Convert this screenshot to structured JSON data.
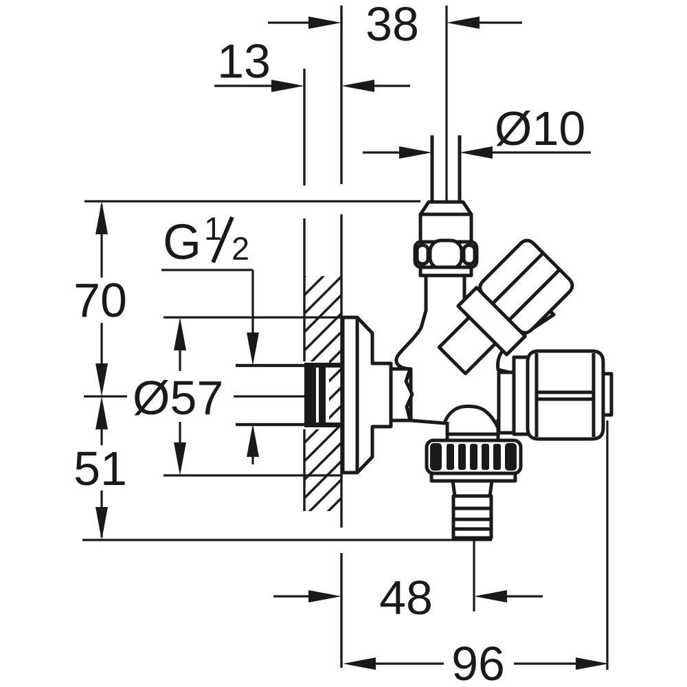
{
  "drawing": {
    "kind": "technical dimension drawing",
    "subject": "angle valve with wall mounting, hose union and outlet union",
    "colors": {
      "line": "#1a1a1a",
      "background": "#ffffff"
    },
    "dimensions": {
      "pipe_offset_top": "38",
      "wall_clearance": "13",
      "pipe_diameter": "Ø10",
      "thread_prefix": "G",
      "thread_numerator": "1",
      "thread_denominator": "2",
      "height_above_axis": "70",
      "rosette_diameter": "Ø57",
      "height_below_axis": "51",
      "hose_outlet_offset": "48",
      "total_projection": "96"
    }
  }
}
